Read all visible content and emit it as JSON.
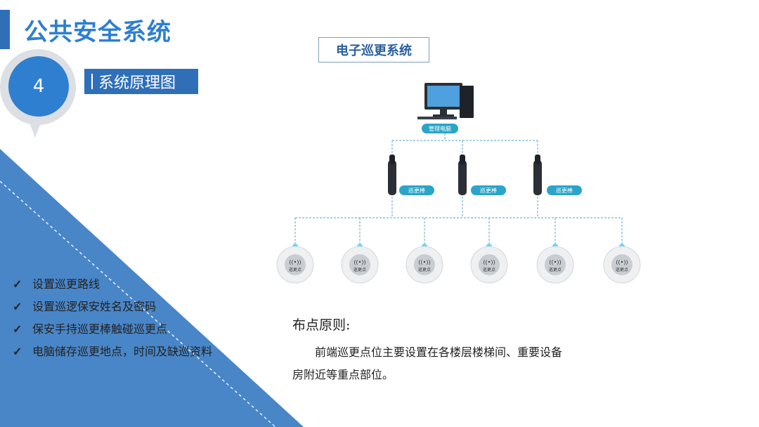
{
  "header": {
    "title": "公共安全系统"
  },
  "section": {
    "number": "4",
    "label": "系统原理图"
  },
  "checklist": [
    "设置巡更路线",
    "设置巡逻保安姓名及密码",
    "保安手持巡更棒触碰巡更点",
    "电脑储存巡更地点，时间及缺巡资料"
  ],
  "diagram": {
    "title": "电子巡更系统",
    "computer_label": "管理电脑",
    "wand_labels": [
      "巡更棒",
      "巡更棒",
      "巡更棒"
    ],
    "point_label": "巡更点",
    "point_count": 6
  },
  "principle": {
    "heading": "布点原则:",
    "body": "前端巡更点位主要设置在各楼层楼梯间、重要设备房附近等重点部位。"
  },
  "colors": {
    "accent": "#2e7fd0",
    "dark_accent": "#2f6fb8",
    "label_pill": "#2aa5c9",
    "connector": "#6fb8d8",
    "background_triangle": "#3f7fc4"
  }
}
